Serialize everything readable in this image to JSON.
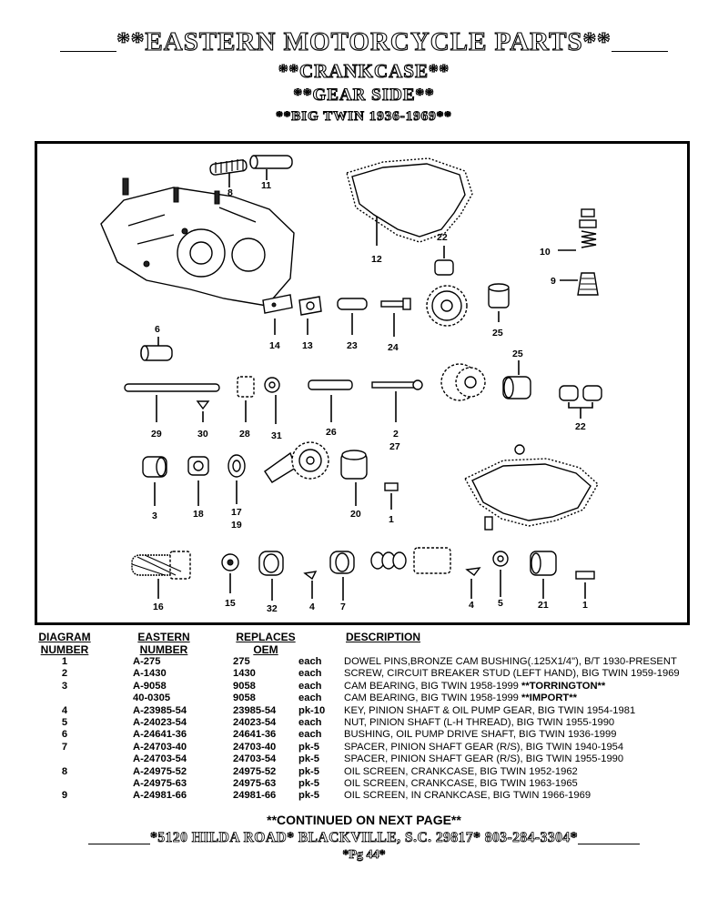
{
  "header": {
    "title": "**EASTERN MOTORCYCLE PARTS**",
    "subtitle_1": "**CRANKCASE**",
    "subtitle_2": "**GEAR SIDE**",
    "subtitle_3": "**BIG TWIN 1936-1969**"
  },
  "diagram": {
    "labels": {
      "p8": "8",
      "p11": "11",
      "p12": "12",
      "p22a": "22",
      "p10": "10",
      "p9": "9",
      "p14": "14",
      "p13": "13",
      "p23": "23",
      "p24": "24",
      "p25a": "25",
      "p6": "6",
      "p25b": "25",
      "p29": "29",
      "p30": "30",
      "p28": "28",
      "p31": "31",
      "p26": "26",
      "p2": "2",
      "p27": "27",
      "p22b": "22",
      "p3": "3",
      "p18": "18",
      "p17": "17",
      "p19": "19",
      "p20": "20",
      "p1a": "1",
      "p16": "16",
      "p15": "15",
      "p32": "32",
      "p4a": "4",
      "p7": "7",
      "p4b": "4",
      "p5": "5",
      "p21": "21",
      "p1b": "1"
    }
  },
  "table": {
    "headers": {
      "diagram_1": "DIAGRAM",
      "diagram_2": "NUMBER",
      "eastern_1": "EASTERN",
      "eastern_2": "NUMBER",
      "replaces_1": "REPLACES",
      "replaces_2": "OEM",
      "description": "DESCRIPTION"
    },
    "rows": [
      {
        "diagram": "1",
        "eastern": "A-275",
        "oem": "275",
        "qty": "each",
        "description": "DOWEL PINS,BRONZE CAM  BUSHING(.125X1/4\"), B/T 1930-PRESENT",
        "bold_note": ""
      },
      {
        "diagram": "2",
        "eastern": "A-1430",
        "oem": "1430",
        "qty": "each",
        "description": "SCREW, CIRCUIT BREAKER STUD (LEFT HAND), BIG TWIN 1959-1969",
        "bold_note": ""
      },
      {
        "diagram": "3",
        "eastern": "A-9058",
        "oem": "9058",
        "qty": "each",
        "description": "CAM BEARING, BIG TWIN 1958-1999 ",
        "bold_note": "**TORRINGTON**"
      },
      {
        "diagram": "",
        "eastern": "40-0305",
        "oem": "9058",
        "qty": "each",
        "description": "CAM BEARING, BIG TWIN 1958-1999 ",
        "bold_note": "**IMPORT**"
      },
      {
        "diagram": "4",
        "eastern": "A-23985-54",
        "oem": "23985-54",
        "qty": "pk-10",
        "description": "KEY, PINION SHAFT & OIL PUMP GEAR, BIG TWIN 1954-1981",
        "bold_note": ""
      },
      {
        "diagram": "5",
        "eastern": "A-24023-54",
        "oem": "24023-54",
        "qty": "each",
        "description": "NUT, PINION SHAFT (L-H THREAD), BIG TWIN 1955-1990",
        "bold_note": ""
      },
      {
        "diagram": "6",
        "eastern": "A-24641-36",
        "oem": "24641-36",
        "qty": "each",
        "description": "BUSHING, OIL PUMP DRIVE SHAFT, BIG TWIN 1936-1999",
        "bold_note": ""
      },
      {
        "diagram": "7",
        "eastern": "A-24703-40",
        "oem": "24703-40",
        "qty": "pk-5",
        "description": "SPACER, PINION SHAFT GEAR (R/S), BIG TWIN 1940-1954",
        "bold_note": ""
      },
      {
        "diagram": "",
        "eastern": "A-24703-54",
        "oem": "24703-54",
        "qty": "pk-5",
        "description": "SPACER, PINION SHAFT GEAR (R/S), BIG TWIN 1955-1990",
        "bold_note": ""
      },
      {
        "diagram": "8",
        "eastern": "A-24975-52",
        "oem": "24975-52",
        "qty": "pk-5",
        "description": "OIL SCREEN, CRANKCASE, BIG TWIN 1952-1962",
        "bold_note": ""
      },
      {
        "diagram": "",
        "eastern": "A-24975-63",
        "oem": "24975-63",
        "qty": "pk-5",
        "description": "OIL SCREEN, CRANKCASE, BIG TWIN 1963-1965",
        "bold_note": ""
      },
      {
        "diagram": "9",
        "eastern": "A-24981-66",
        "oem": "24981-66",
        "qty": "pk-5",
        "description": "OIL SCREEN, IN CRANKCASE, BIG TWIN 1966-1969",
        "bold_note": ""
      }
    ]
  },
  "footer": {
    "continued": "**CONTINUED ON NEXT PAGE**",
    "address": "*5120 HILDA ROAD* BLACKVILLE, S.C. 29817* 803-284-3304*",
    "page": "*Pg 44*"
  }
}
